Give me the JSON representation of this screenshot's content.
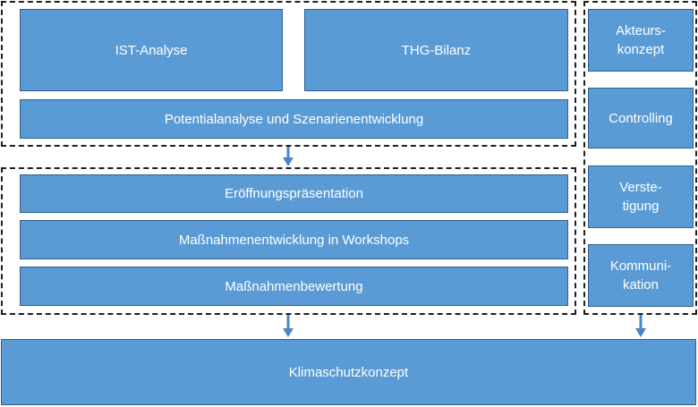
{
  "boxes": {
    "ist_analyse": "IST-Analyse",
    "thg_bilanz": "THG-Bilanz",
    "potentialanalyse": "Potentialanalyse und Szenarienentwicklung",
    "eroeffnung": "Eröffnungspräsentation",
    "massnahmenentwicklung": "Maßnahmenentwicklung in Workshops",
    "massnahmenbewertung": "Maßnahmenbewertung",
    "klimaschutzkonzept": "Klimaschutzkonzept"
  },
  "sidebar": {
    "akteurskonzept": "Akteurs-\nkonzept",
    "controlling": "Controlling",
    "verstetigung": "Verste-\ntigung",
    "kommunikation": "Kommuni-\nkation"
  },
  "colors": {
    "box_fill": "#5b9bd5",
    "box_border": "#2e5f8c",
    "arrow": "#4a86c5",
    "frame": "#1f1f1f"
  }
}
